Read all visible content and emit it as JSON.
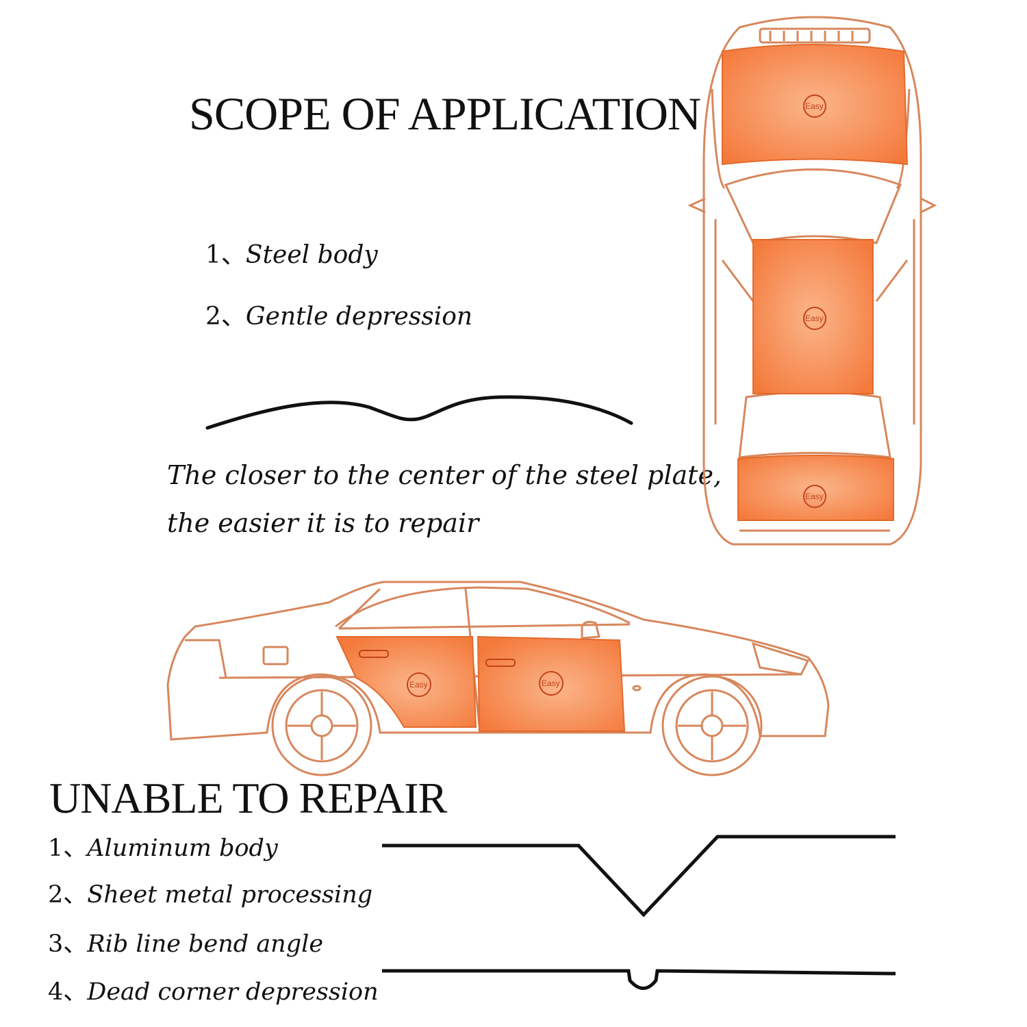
{
  "scope": {
    "title": "SCOPE OF APPLICATION",
    "items": [
      {
        "num": "1、",
        "label": "Steel body"
      },
      {
        "num": "2、",
        "label": "Gentle depression"
      }
    ],
    "note_line1": "The closer to the center of the steel plate,",
    "note_line2": "the easier it is to repair"
  },
  "badge_label": "Easy",
  "unable": {
    "title": "UNABLE TO REPAIR",
    "items": [
      {
        "num": "1、",
        "label": "Aluminum body"
      },
      {
        "num": "2、",
        "label": "Sheet metal processing"
      },
      {
        "num": "3、",
        "label": "Rib line bend angle"
      },
      {
        "num": "4、",
        "label": "Dead corner depression"
      }
    ]
  },
  "colors": {
    "outline": "#d7875c",
    "panel": "#f47a3c",
    "panel_light": "#fbb58a",
    "ink": "#111111"
  }
}
